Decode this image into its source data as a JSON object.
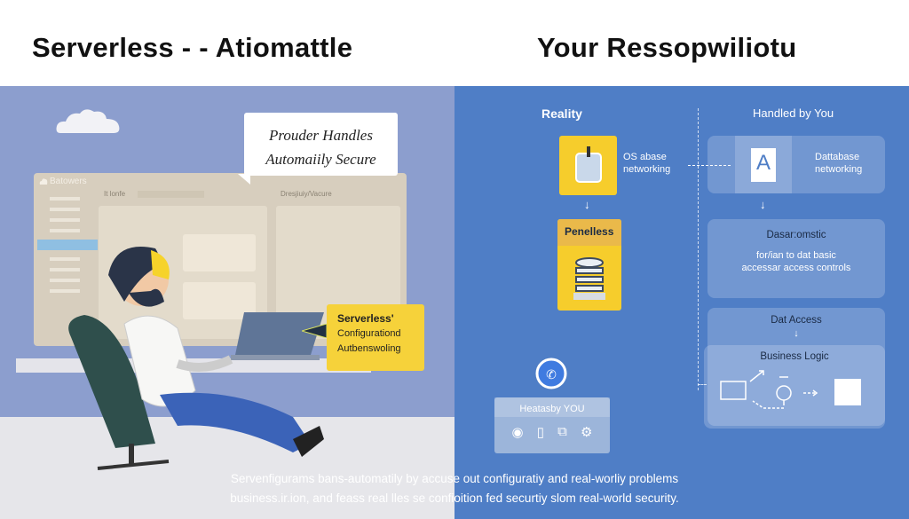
{
  "header": {
    "left_title": "Serverless - - Atiomattle",
    "right_title": "Your Ressopwiliotu"
  },
  "left_panel": {
    "speech_bubble": [
      "Prouder Handles",
      "Automaiily Secure"
    ],
    "window": {
      "app_name": "Batowers",
      "toolbar_label": "It lonfe",
      "right_pane_title": "Dresjiuiy/Vacure"
    },
    "callout": {
      "title": "Serverless'",
      "lines": [
        "Configurationd",
        "Autbenswoling"
      ]
    }
  },
  "right_panel": {
    "reality_header": "Reality",
    "handled_header": "Handled by You",
    "reality_box1_label": [
      "OS abase",
      "networking"
    ],
    "reality_box2_title": "Penelless",
    "handled_box1_label": [
      "Dattabase",
      "networking"
    ],
    "handled_box2": {
      "title": "Dasar:omstic",
      "lines": [
        "for/ian to dat basic",
        "accessar access controls"
      ]
    },
    "handled_box3_title": "Dat Access",
    "business_logic_title": "Business Logic",
    "you_box_title": "Heatasby YOU",
    "you_box_icons": [
      "globe-icon",
      "phone-icon",
      "devices-icon",
      "gear-icon"
    ]
  },
  "footer": {
    "lines": [
      "Servenfigurams bans-automatily by accuse out configuratiy and real-worliy problems",
      "business.ir.ion, and feass real lles se confioition fed securtiy slom real-world security."
    ]
  },
  "colors": {
    "left_bg": "#8c9ece",
    "right_bg": "#4f7ec6",
    "accent_yellow": "#f6cd2c"
  }
}
